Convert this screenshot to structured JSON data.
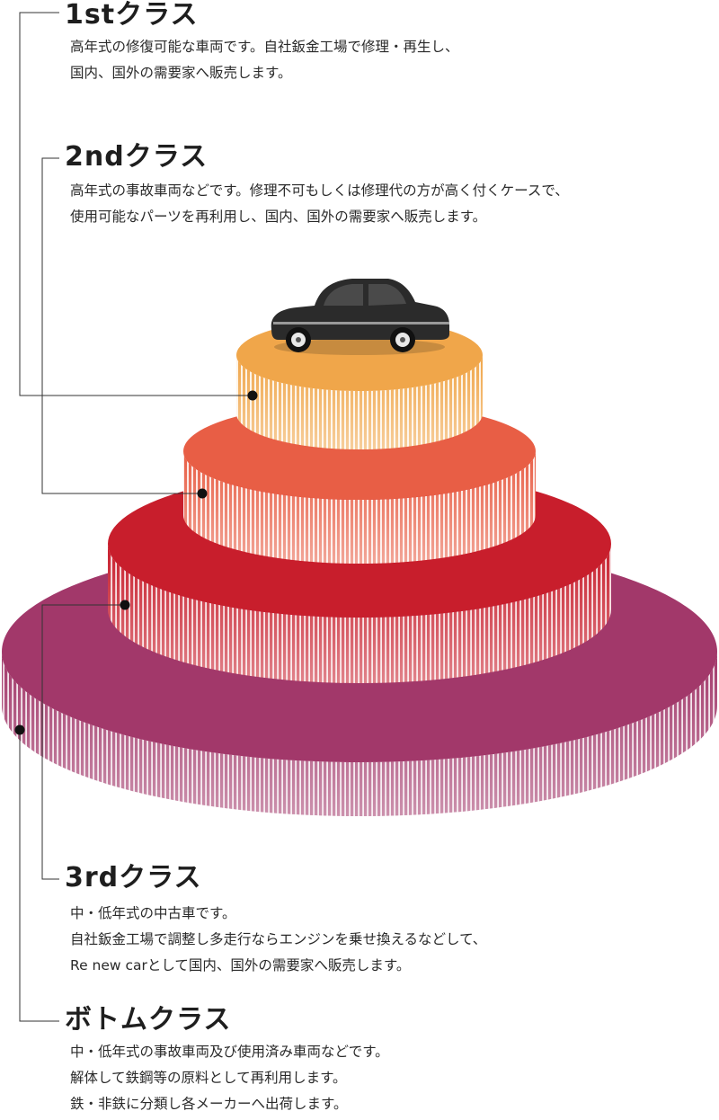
{
  "classes": [
    {
      "title": "1stクラス",
      "lines": [
        "高年式の修復可能な車両です。自社鈑金工場で修理・再生し、",
        "国内、国外の需要家へ販売します。"
      ]
    },
    {
      "title": "2ndクラス",
      "lines": [
        "高年式の事故車両などです。修理不可もしくは修理代の方が高く付くケースで、",
        "使用可能なパーツを再利用し、国内、国外の需要家へ販売します。"
      ]
    },
    {
      "title": "3rdクラス",
      "lines": [
        "中・低年式の中古車です。",
        "自社鈑金工場で調整し多走行ならエンジンを乗せ換えるなどして、",
        "Re new carとして国内、国外の需要家へ販売します。"
      ]
    },
    {
      "title": "ボトムクラス",
      "lines": [
        "中・低年式の事故車両及び使用済み車両などです。",
        "解体して鉄鋼等の原料として再利用します。",
        "鉄・非鉄に分類し各メーカーへ出荷します。"
      ]
    }
  ],
  "tier_colors": {
    "top": "#f0a64a",
    "second": "#e85e45",
    "third": "#c81e2c",
    "bottom": "#a2386a"
  },
  "car_icon": "car-icon"
}
